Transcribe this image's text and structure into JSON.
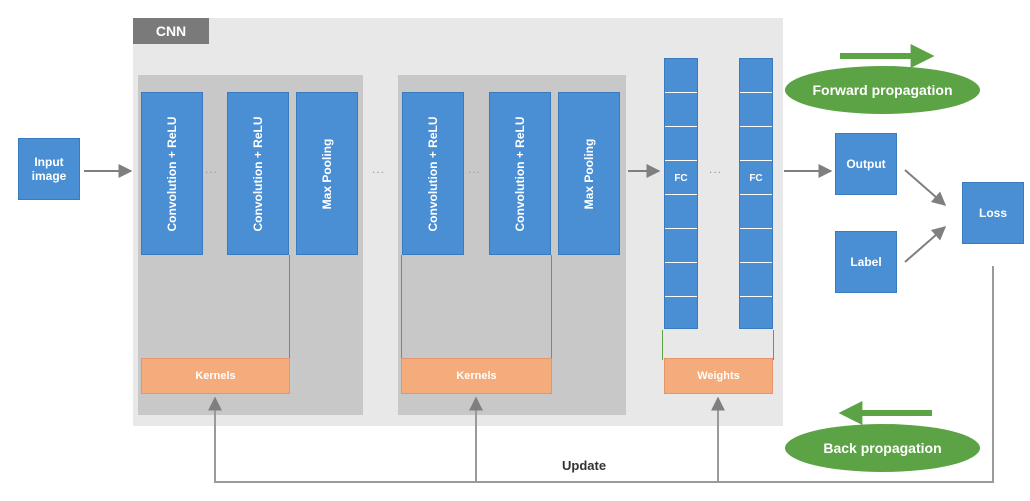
{
  "cnn_label": "CNN",
  "input": "Input\nimage",
  "conv1a": "Convolution + ReLU",
  "conv1b": "Convolution + ReLU",
  "pool1": "Max Pooling",
  "conv2a": "Convolution + ReLU",
  "conv2b": "Convolution + ReLU",
  "pool2": "Max Pooling",
  "kernels1": "Kernels",
  "kernels2": "Kernels",
  "fc1": "FC",
  "fc2": "FC",
  "weights": "Weights",
  "output": "Output",
  "label": "Label",
  "loss": "Loss",
  "forward": "Forward propagation",
  "back": "Back propagation",
  "update": "Update",
  "dots": "...",
  "colors": {
    "blue": "#4a8ed3",
    "orange": "#f4ac7c",
    "green": "#5ba345",
    "gray_panel": "#c8c8c8"
  }
}
